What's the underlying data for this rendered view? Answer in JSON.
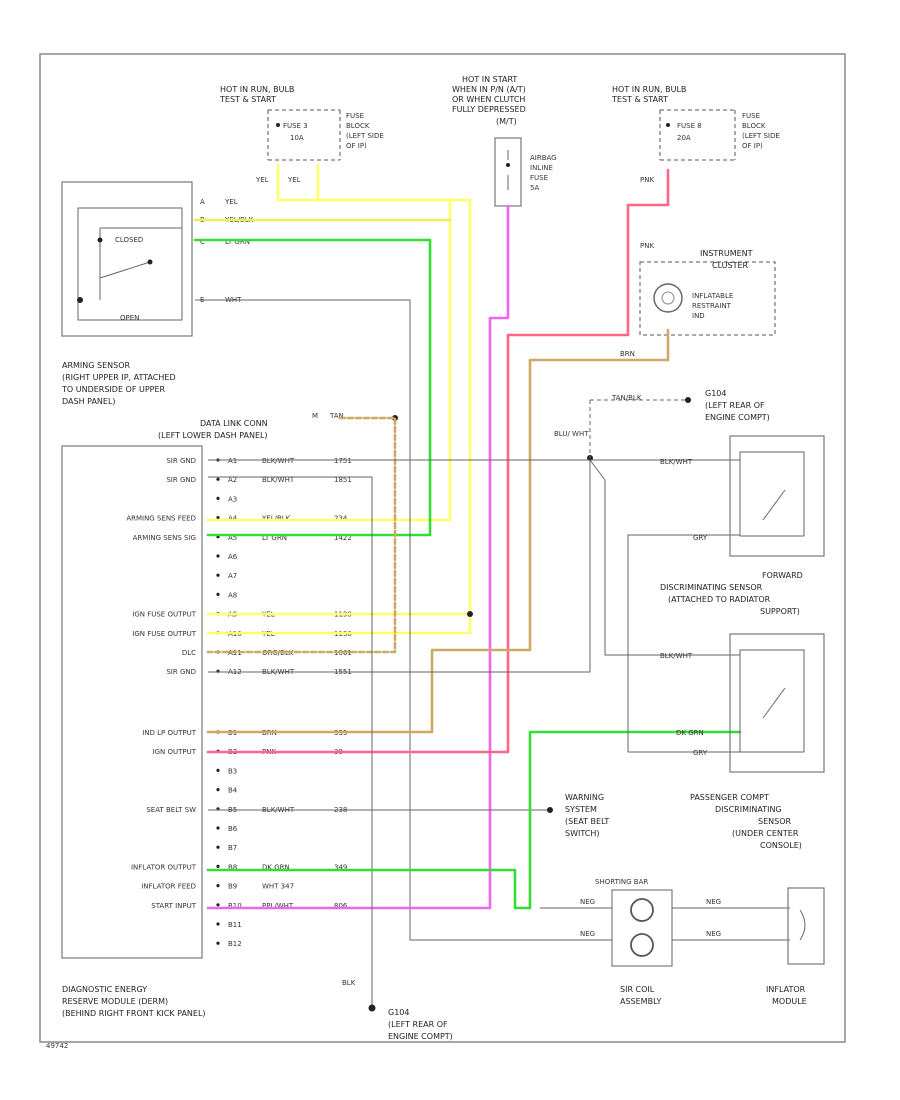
{
  "colors": {
    "yellow": "#ffff66",
    "green": "#33dd33",
    "pink": "#ff6688",
    "pinklight": "#ff77aa",
    "magenta": "#ee66ee",
    "tan": "#ccaa66",
    "gray": "#777777",
    "lightgray": "#bbbbbb",
    "blue": "#3344cc"
  },
  "power": {
    "left": {
      "line1": "HOT IN RUN, BULB",
      "line2": "TEST & START",
      "fuse": "FUSE 3",
      "amps": "10A",
      "block1": "FUSE",
      "block2": "BLOCK",
      "block3": "(LEFT SIDE",
      "block4": "OF IP)"
    },
    "middle": {
      "line1": "HOT IN START",
      "line2": "WHEN IN P/N (A/T)",
      "line3": "OR WHEN CLUTCH",
      "line4": "FULLY DEPRESSED",
      "line5": "(M/T)",
      "fuse1": "AIRBAG",
      "fuse2": "INLINE",
      "fuse3": "FUSE",
      "fuse4": "5A"
    },
    "right": {
      "line1": "HOT IN RUN, BULB",
      "line2": "TEST & START",
      "fuse": "FUSE 8",
      "amps": "20A",
      "block1": "FUSE",
      "block2": "BLOCK",
      "block3": "(LEFT SIDE",
      "block4": "OF IP)"
    }
  },
  "wires": {
    "yel1": "YEL",
    "yel2": "YEL",
    "pnk1": "PNK",
    "pnk2": "PNK",
    "ppl_wht": "PPL/WHT",
    "brn": "BRN",
    "tan_blk": "TAN/BLK",
    "blu_wht": "BLU/ WHT",
    "blk": "BLK"
  },
  "arming_sensor": {
    "pins": [
      "A",
      "B",
      "C",
      "E"
    ],
    "wires": [
      "YEL",
      "YEL/BLK",
      "LT GRN",
      "WHT"
    ],
    "label_closed": "CLOSED",
    "label_open": "OPEN",
    "title1": "ARMING SENSOR",
    "title2": "(RIGHT UPPER IP, ATTACHED",
    "title3": "TO UNDERSIDE OF UPPER",
    "title4": "DASH PANEL)"
  },
  "dlc": {
    "line1": "DATA LINK CONN",
    "line2": "(LEFT LOWER DASH PANEL)",
    "wire": "TAN",
    "pin": "M"
  },
  "instrument_cluster": {
    "title1": "INSTRUMENT",
    "title2": "CLUSTER",
    "lamp1": "INFLATABLE",
    "lamp2": "RESTRAINT",
    "lamp3": "IND"
  },
  "ground_top": {
    "id": "G104",
    "line1": "(LEFT REAR OF",
    "line2": "ENGINE COMPT)"
  },
  "ground_bottom": {
    "id": "G104",
    "line1": "(LEFT REAR OF",
    "line2": "ENGINE COMPT)"
  },
  "sdm": {
    "rows_a": [
      {
        "label": "SIR GND",
        "pin": "A1",
        "wire": "BLK/WHT",
        "circ": "1751"
      },
      {
        "label": "SIR GND",
        "pin": "A2",
        "wire": "BLK/WHT",
        "circ": "1851"
      },
      {
        "label": "",
        "pin": "A3",
        "wire": "",
        "circ": ""
      },
      {
        "label": "ARMING SENS FEED",
        "pin": "A4",
        "wire": "YEL/BLK",
        "circ": "234"
      },
      {
        "label": "ARMING SENS SIG",
        "pin": "A5",
        "wire": "LT GRN",
        "circ": "1422"
      },
      {
        "label": "",
        "pin": "A6",
        "wire": "",
        "circ": ""
      },
      {
        "label": "",
        "pin": "A7",
        "wire": "",
        "circ": ""
      },
      {
        "label": "",
        "pin": "A8",
        "wire": "",
        "circ": ""
      },
      {
        "label": "IGN FUSE OUTPUT",
        "pin": "A9",
        "wire": "YEL",
        "circ": "1138"
      },
      {
        "label": "IGN FUSE OUTPUT",
        "pin": "A10",
        "wire": "YEL",
        "circ": "1138"
      },
      {
        "label": "DLC",
        "pin": "A11",
        "wire": "ORG/BLK",
        "circ": "1061"
      },
      {
        "label": "SIR GND",
        "pin": "A12",
        "wire": "BLK/WHT",
        "circ": "1551"
      }
    ],
    "rows_b": [
      {
        "label": "IND LP OUTPUT",
        "pin": "B1",
        "wire": "BRN",
        "circ": "333"
      },
      {
        "label": "IGN OUTPUT",
        "pin": "B2",
        "wire": "PNK",
        "circ": "39"
      },
      {
        "label": "",
        "pin": "B3",
        "wire": "",
        "circ": ""
      },
      {
        "label": "",
        "pin": "B4",
        "wire": "",
        "circ": ""
      },
      {
        "label": "SEAT BELT SW",
        "pin": "B5",
        "wire": "BLK/WHT",
        "circ": "238"
      },
      {
        "label": "",
        "pin": "B6",
        "wire": "",
        "circ": ""
      },
      {
        "label": "",
        "pin": "B7",
        "wire": "",
        "circ": ""
      },
      {
        "label": "INFLATOR OUTPUT",
        "pin": "B8",
        "wire": "DK GRN",
        "circ": "349"
      },
      {
        "label": "INFLATOR FEED",
        "pin": "B9",
        "wire": "WHT 347",
        "circ": ""
      },
      {
        "label": "START INPUT",
        "pin": "B10",
        "wire": "PPL/WHT",
        "circ": "806"
      },
      {
        "label": "",
        "pin": "B11",
        "wire": "",
        "circ": ""
      },
      {
        "label": "",
        "pin": "B12",
        "wire": "",
        "circ": ""
      }
    ],
    "title1": "DIAGNOSTIC ENERGY",
    "title2": "RESERVE MODULE (DERM)",
    "title3": "(BEHIND RIGHT FRONT KICK PANEL)"
  },
  "forward_sensor": {
    "wire1": "BLK/WHT",
    "wire2": "GRY",
    "title1": "FORWARD",
    "title2": "DISCRIMINATING SENSOR",
    "title3": "(ATTACHED TO RADIATOR",
    "title4": "SUPPORT)"
  },
  "passenger_sensor": {
    "wire1": "BLK/WHT",
    "wire2": "DK GRN",
    "wire3": "GRY",
    "title1": "PASSENGER COMPT",
    "title2": "DISCRIMINATING",
    "title3": "SENSOR",
    "title4": "(UNDER CENTER",
    "title5": "CONSOLE)"
  },
  "warning": {
    "line1": "WARNING",
    "line2": "SYSTEM",
    "line3": "(SEAT BELT",
    "line4": "SWITCH)"
  },
  "shorting_bar": "SHORTING BAR",
  "coil": {
    "wire1": "NEG",
    "wire2": "NEG",
    "title1": "SIR COIL",
    "title2": "ASSEMBLY"
  },
  "inflator": {
    "wire1": "NEG",
    "wire2": "NEG",
    "title1": "INFLATOR",
    "title2": "MODULE"
  },
  "footer_code": "49742"
}
